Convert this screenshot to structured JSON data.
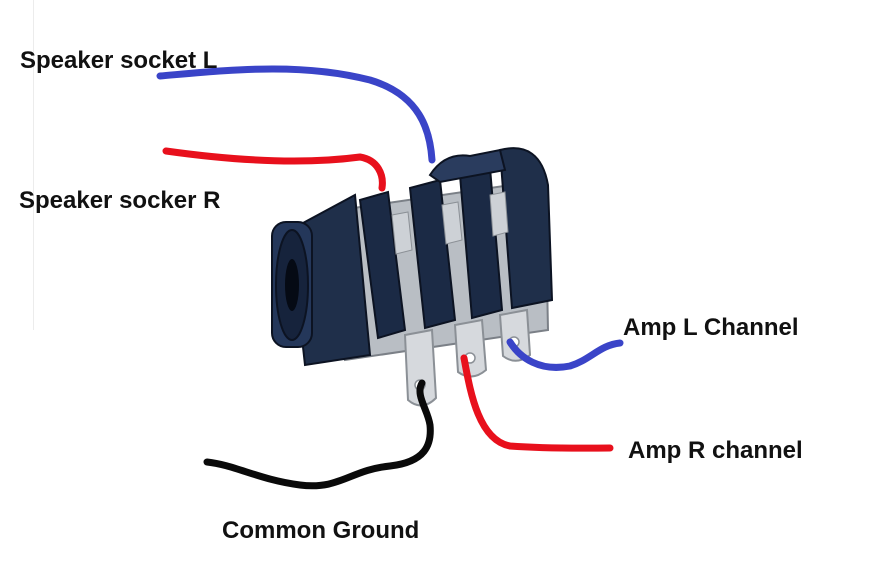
{
  "labels": {
    "speaker_l": "Speaker socket L",
    "speaker_r": "Speaker socker R",
    "amp_l": "Amp L Channel",
    "amp_r": "Amp R channel",
    "ground": "Common Ground"
  },
  "colors": {
    "blue_wire": "#3a44c8",
    "red_wire": "#e8101c",
    "black_wire": "#0a0a0a",
    "jack_body": "#1f2f4a",
    "jack_dark": "#111a2c",
    "metal": "#c9cdd2",
    "metal_dark": "#8b9096"
  },
  "icons": {
    "component": "stereo-jack-socket-icon"
  }
}
